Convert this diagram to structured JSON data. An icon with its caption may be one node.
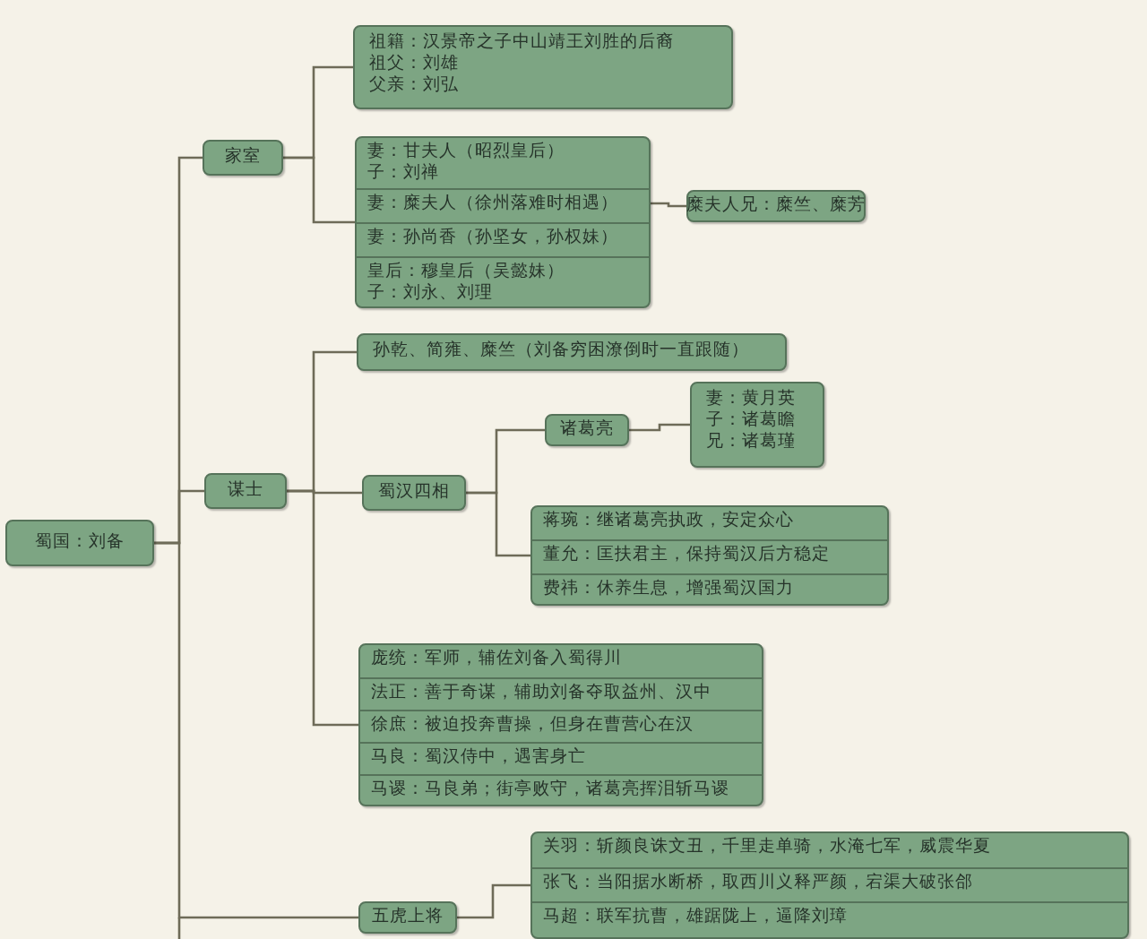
{
  "diagram": {
    "nodes": [
      {
        "text": [
          "蜀国：刘备"
        ]
      },
      {
        "text": [
          "家室"
        ]
      },
      {
        "text": [
          "祖籍：汉景帝之子中山靖王刘胜的后裔",
          "祖父：刘雄",
          "父亲：刘弘"
        ]
      },
      {
        "text": [],
        "shape": "box"
      },
      {
        "text": [
          "妻：甘夫人（昭烈皇后）",
          "子：刘禅"
        ],
        "in": 3
      },
      {
        "text": [
          "妻：糜夫人（徐州落难时相遇）"
        ],
        "in": 3
      },
      {
        "text": [
          "妻：孙尚香（孙坚女，孙权妹）"
        ],
        "in": 3
      },
      {
        "text": [
          "皇后：穆皇后（吴懿妹）",
          "子：刘永、刘理"
        ],
        "in": 3
      },
      {
        "text": [
          "糜夫人兄：糜竺、糜芳"
        ]
      },
      {
        "text": [
          "谋士"
        ]
      },
      {
        "text": [
          "孙乾、简雍、糜竺（刘备穷困潦倒时一直跟随）"
        ]
      },
      {
        "text": [
          "蜀汉四相"
        ]
      },
      {
        "text": [
          "诸葛亮"
        ]
      },
      {
        "text": [
          "妻：黄月英",
          "子：诸葛瞻",
          "兄：诸葛瑾"
        ]
      },
      {
        "text": [],
        "shape": "box"
      },
      {
        "text": [
          "蒋琬：继诸葛亮执政，安定众心"
        ],
        "in": 14
      },
      {
        "text": [
          "董允：匡扶君主，保持蜀汉后方稳定"
        ],
        "in": 14
      },
      {
        "text": [
          "费祎：休养生息，增强蜀汉国力"
        ],
        "in": 14
      },
      {
        "text": [],
        "shape": "box"
      },
      {
        "text": [
          "庞统：军师，辅佐刘备入蜀得川"
        ],
        "in": 18
      },
      {
        "text": [
          "法正：善于奇谋，辅助刘备夺取益州、汉中"
        ],
        "in": 18
      },
      {
        "text": [
          "徐庶：被迫投奔曹操，但身在曹营心在汉"
        ],
        "in": 18
      },
      {
        "text": [
          "马良：蜀汉侍中，遇害身亡"
        ],
        "in": 18
      },
      {
        "text": [
          "马谡：马良弟；街亭败守，诸葛亮挥泪斩马谡"
        ],
        "in": 18
      },
      {
        "text": [
          "五虎上将"
        ]
      },
      {
        "text": [],
        "shape": "box"
      },
      {
        "text": [
          "关羽：斩颜良诛文丑，千里走单骑，水淹七军，威震华夏"
        ],
        "in": 25
      },
      {
        "text": [
          "张飞：当阳据水断桥，取西川义释严颜，宕渠大破张郃"
        ],
        "in": 25
      },
      {
        "text": [
          "马超：联军抗曹，雄踞陇上，逼降刘璋"
        ],
        "in": 25
      }
    ],
    "edges": [
      {
        "from": 0,
        "to": 1,
        "arrow": "none"
      },
      {
        "from": 0,
        "to": 9,
        "arrow": "none"
      },
      {
        "from": 0,
        "to": 24,
        "arrow": "none"
      },
      {
        "from": 1,
        "to": 2,
        "arrow": "none"
      },
      {
        "from": 1,
        "to": 3,
        "arrow": "none"
      },
      {
        "from": 5,
        "to": 8,
        "arrow": "none"
      },
      {
        "from": 9,
        "to": 10,
        "arrow": "none"
      },
      {
        "from": 9,
        "to": 11,
        "arrow": "none"
      },
      {
        "from": 9,
        "to": 18,
        "arrow": "none"
      },
      {
        "from": 11,
        "to": 12,
        "arrow": "none"
      },
      {
        "from": 11,
        "to": 14,
        "arrow": "none"
      },
      {
        "from": 12,
        "to": 13,
        "arrow": "none"
      },
      {
        "from": 24,
        "to": 25,
        "arrow": "none"
      }
    ]
  }
}
